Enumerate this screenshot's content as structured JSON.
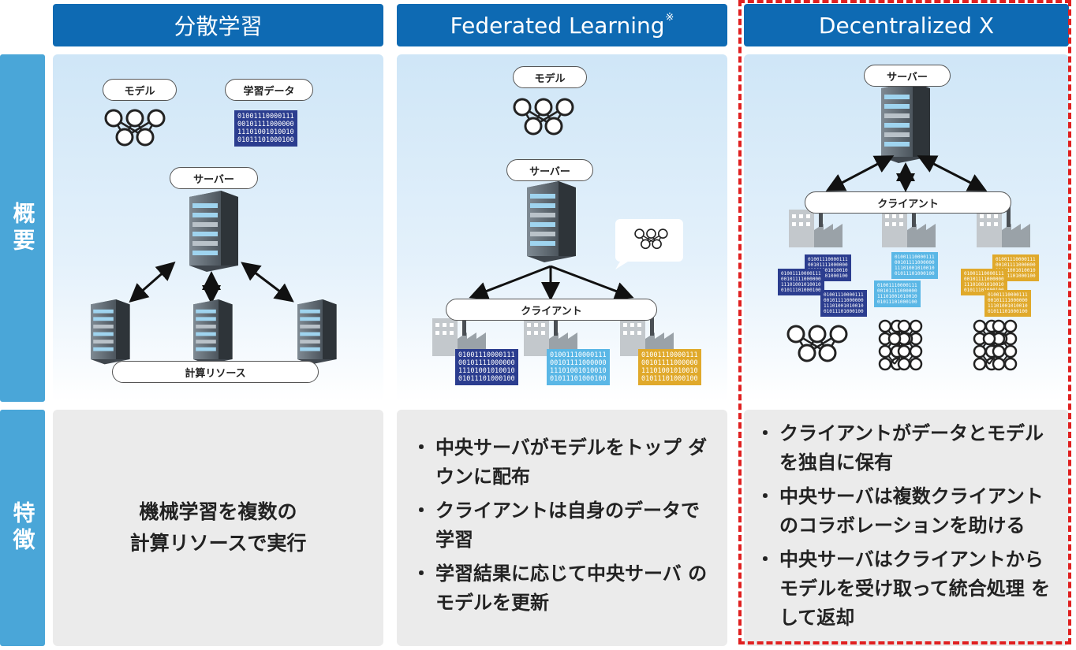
{
  "columns": {
    "col1": {
      "title": "分散学習"
    },
    "col2": {
      "title": "Federated Learning",
      "title_mark": "※"
    },
    "col3": {
      "title": "Decentralized X"
    }
  },
  "rows": {
    "overview": "概要",
    "features": "特徴"
  },
  "col1": {
    "model_label": "モデル",
    "data_label": "学習データ",
    "server_label": "サーバー",
    "compute_label": "計算リソース",
    "binary": "01001110000111\n00101111000000\n11101001010010\n01011101000100",
    "feature_text_line1": "機械学習を複数の",
    "feature_text_line2": "計算リソースで実行"
  },
  "col2": {
    "model_label": "モデル",
    "server_label": "サーバー",
    "client_label": "クライアント",
    "binary": "01001110000111\n00101111000000\n11101001010010\n01011101000100",
    "features": [
      "中央サーバがモデルをトップ ダウンに配布",
      "クライアントは自身のデータで 学習",
      "学習結果に応じて中央サーバ のモデルを更新"
    ]
  },
  "col3": {
    "server_label": "サーバー",
    "client_label": "クライアント",
    "binary": "01001110000111\n00101111000000\n11101001010010\n01011101000100",
    "features": [
      "クライアントがデータとモデル を独自に保有",
      "中央サーバは複数クライアント のコラボレーションを助ける",
      "中央サーバはクライアントから モデルを受け取って統合処理 をして返却"
    ]
  },
  "colors": {
    "header": "#0e6ab3",
    "row_label": "#4aa6d8",
    "highlight_border": "#e02020",
    "data_navy": "#2b3d8f",
    "data_sky": "#5ab7e6",
    "data_gold": "#e0a92b"
  }
}
